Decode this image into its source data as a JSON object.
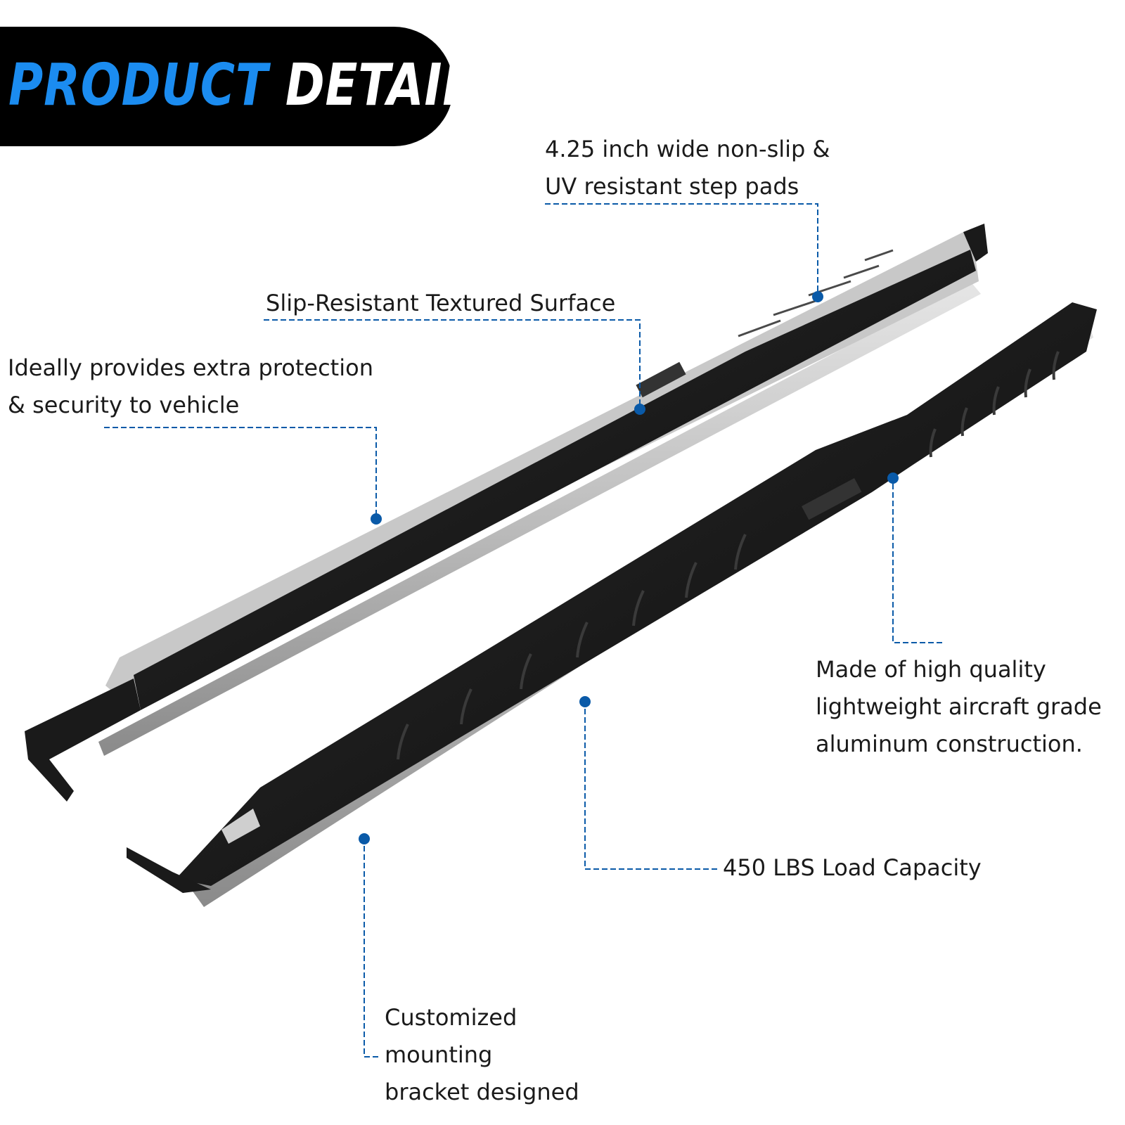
{
  "header": {
    "word1": "PRODUCT",
    "word2": "DETAILS",
    "accent_color": "#1b8cf0",
    "banner_color": "#000000"
  },
  "callouts": {
    "step_pads": {
      "lines": [
        "4.25 inch wide non-slip &",
        "UV resistant step pads"
      ]
    },
    "surface": {
      "lines": [
        "Slip-Resistant Textured Surface"
      ]
    },
    "protection": {
      "lines": [
        "Ideally provides extra protection",
        "& security to vehicle"
      ]
    },
    "material": {
      "lines": [
        "Made of high quality",
        "lightweight aircraft grade",
        "aluminum construction."
      ]
    },
    "capacity": {
      "lines": [
        "450 LBS Load Capacity"
      ]
    },
    "bracket": {
      "lines": [
        "Customized",
        "mounting",
        "bracket designed"
      ]
    }
  },
  "leader_color": "#0a5aa8",
  "product_images": [
    "running-board-left",
    "running-board-right"
  ]
}
